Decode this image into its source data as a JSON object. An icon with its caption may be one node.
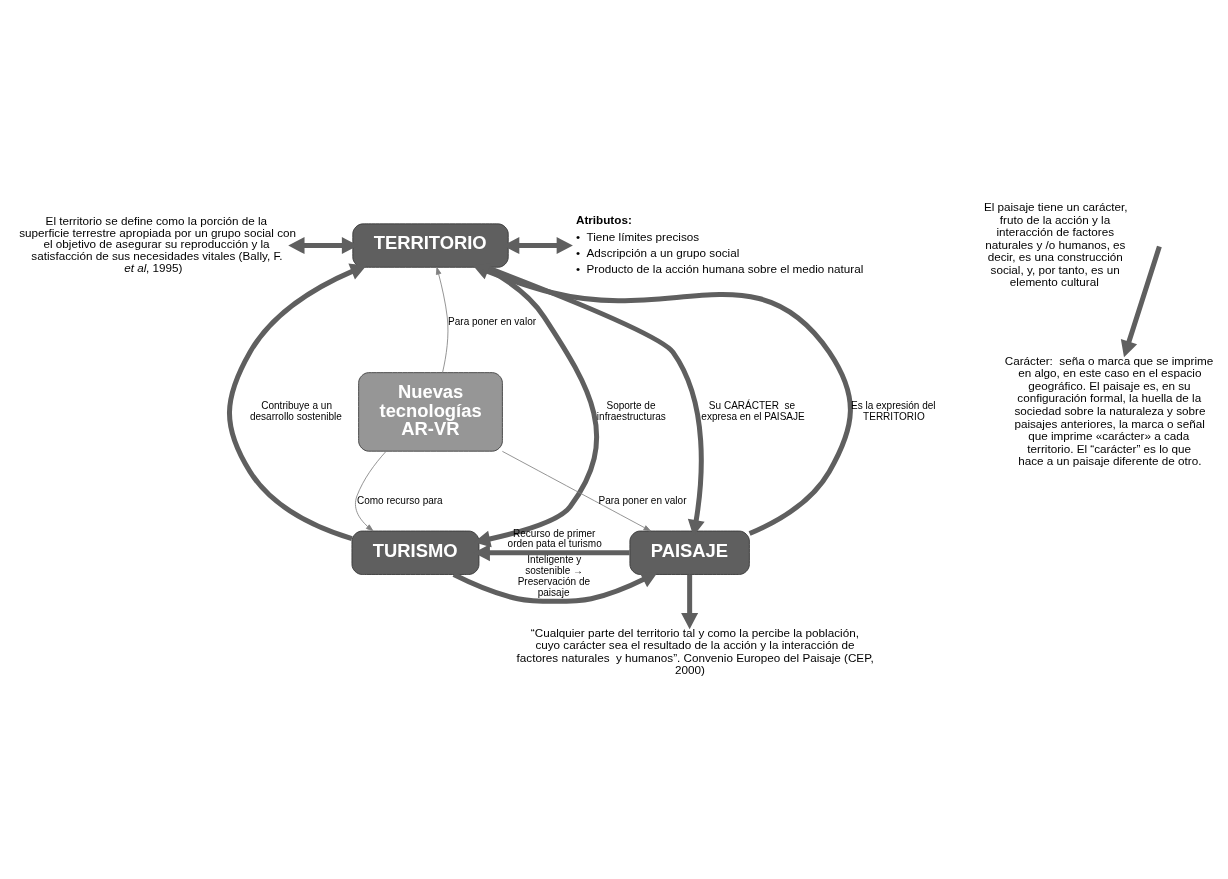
{
  "diagram": {
    "nodes": [
      {
        "text": [
          "TERRITORIO"
        ]
      },
      {
        "text": [
          "Nuevas tecnologías AR-VR"
        ]
      },
      {
        "text": [
          "TURISMO"
        ]
      },
      {
        "text": [
          "PAISAJE"
        ]
      },
      {
        "text": [
          "El territorio se define como la porción de la superficie terrestre apropiada por un grupo social con el objetivo de asegurar su reproducción y la satisfacción de sus necesidades vitales (Bally, F. *et al*, 1995)"
        ]
      },
      {
        "text": [
          "Atributos:",
          "•  Tiene límites precisos",
          "•  Adscripción a un grupo social",
          "•  Producto de la acción humana sobre el medio natural"
        ]
      },
      {
        "text": [
          "Carácter:  seña o marca que se imprime en algo, en este caso en el espacio geográfico. El paisaje es, en su configuración formal, la huella de la sociedad sobre la naturaleza y sobre paisajes anteriores, la marca o señal que imprime «carácter» a cada territorio. El “carácter” es lo que hace a un paisaje diferente de otro."
        ]
      },
      {
        "text": [
          "“Cualquier parte del territorio tal y como la percibe la población, cuyo carácter sea el resultado de la acción y la interacción de factores naturales  y humanos”. Convenio Europeo del Paisaje (CEP, 2000)"
        ]
      }
    ],
    "edges": [
      {
        "from": 4,
        "to": 0,
        "arrow": "both"
      },
      {
        "from": 0,
        "to": 5,
        "arrow": "both"
      },
      {
        "from": 1,
        "to": 0,
        "arrow": "to",
        "label": "Para poner en valor",
        "color": "#808080"
      },
      {
        "from": 0,
        "to": 2,
        "arrow": "to",
        "label": "Soporte de infraestructuras"
      },
      {
        "from": 2,
        "to": 0,
        "arrow": "to",
        "label": "Contribuye a un desarrollo sostenible"
      },
      {
        "from": 3,
        "to": 0,
        "arrow": "to",
        "label": "Es la expresión del TERRITORIO"
      },
      {
        "from": 0,
        "to": 3,
        "arrow": "to",
        "label": "Su CARÁCTER  se expresa en el PAISAJE"
      },
      {
        "from": null,
        "to": 6,
        "arrow": "to"
      },
      {
        "from": 1,
        "to": 2,
        "arrow": "to",
        "label": "Como recurso para",
        "color": "#808080"
      },
      {
        "from": 1,
        "to": 3,
        "arrow": "to",
        "label": "Para poner en valor",
        "color": "#808080"
      },
      {
        "from": 3,
        "to": 2,
        "arrow": "to",
        "label": "Recurso de primer orden pata el turismo"
      },
      {
        "from": 2,
        "to": 3,
        "arrow": "to",
        "label": "Inteligente y sostenible → Preservación de paisaje"
      },
      {
        "from": 3,
        "to": 7,
        "arrow": "to"
      }
    ],
    "labels": [
      "El paisaje tiene un carácter, fruto de la acción y la interacción de factores naturales y /o humanos, es decir, es una construcción social, y, por tanto, es un elemento cultural"
    ]
  }
}
